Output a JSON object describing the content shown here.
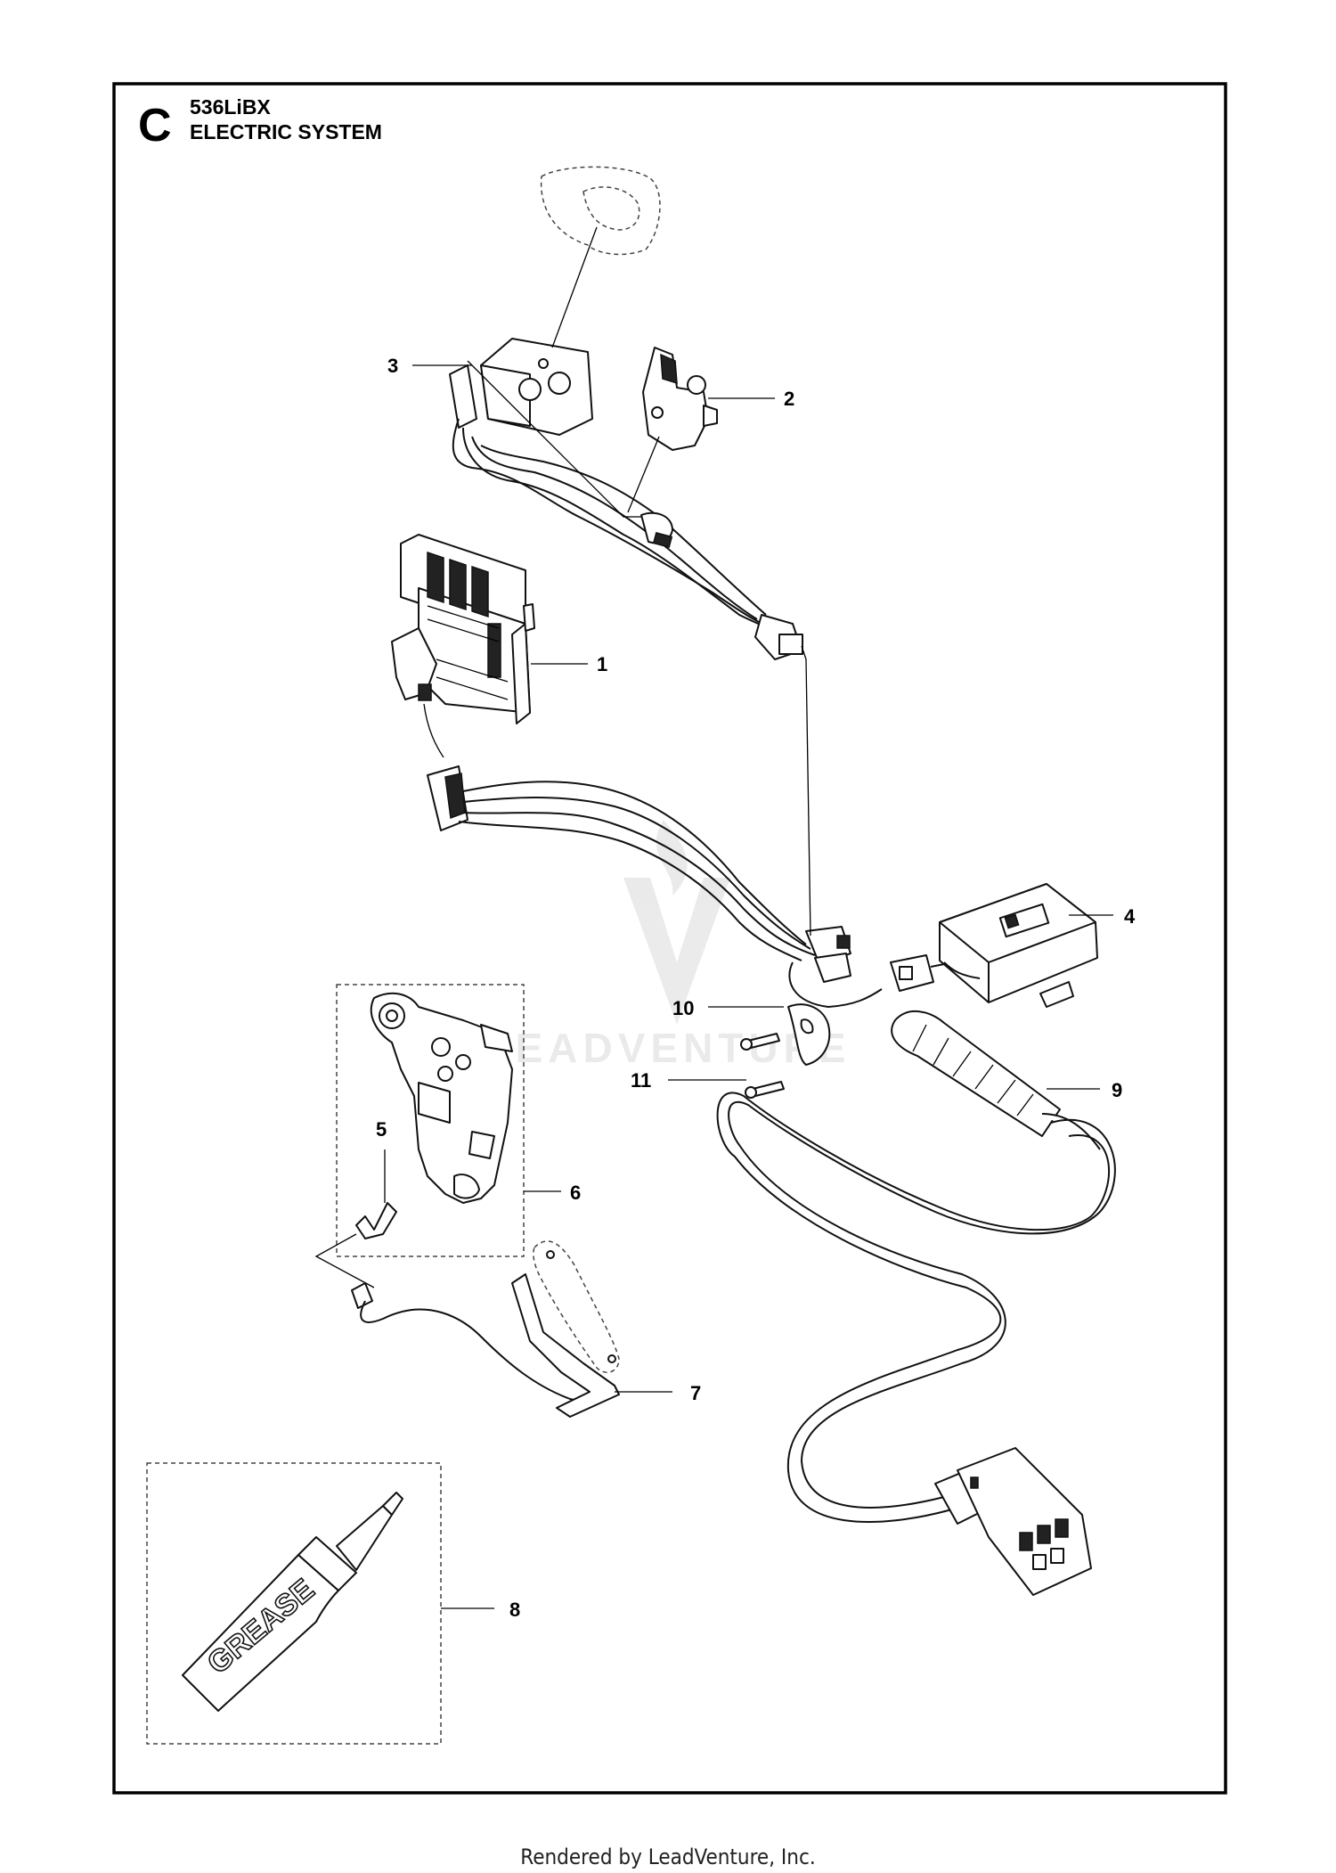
{
  "header": {
    "section_letter": "C",
    "model": "536LiBX",
    "title": "ELECTRIC SYSTEM"
  },
  "callouts": [
    "1",
    "2",
    "3",
    "4",
    "5",
    "6",
    "7",
    "8",
    "9",
    "10",
    "11"
  ],
  "grease_text": "GREASE",
  "watermark": "LEADVENTURE",
  "footer": "Rendered by LeadVenture, Inc."
}
